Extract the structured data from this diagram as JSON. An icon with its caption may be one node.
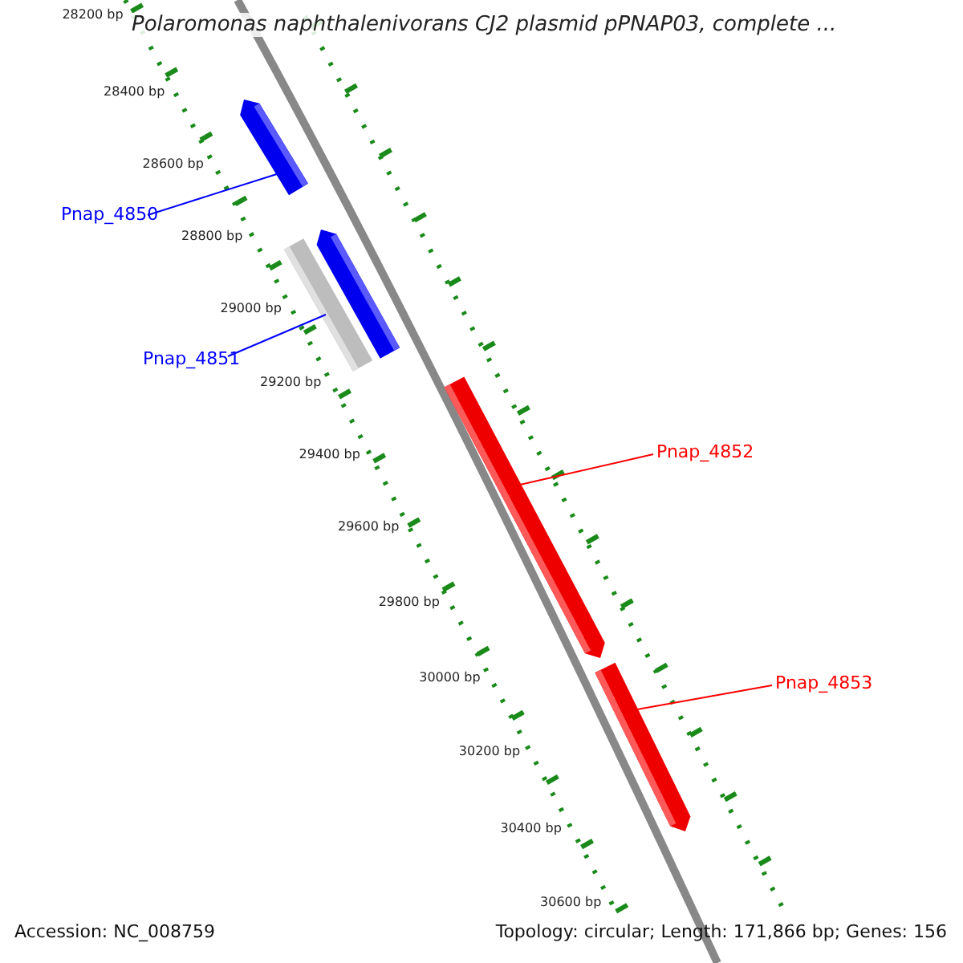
{
  "diagram": {
    "title": "Polaromonas naphthalenivorans CJ2 plasmid pPNAP03, complete ...",
    "nodes": [
      {
        "text": [
          "Pnap_4850"
        ]
      },
      {
        "text": [],
        "shape": "arrow"
      },
      {
        "text": [
          "Pnap_4851"
        ]
      },
      {
        "text": [],
        "shape": "arrow"
      },
      {
        "text": [],
        "shape": "arrow"
      },
      {
        "text": [
          "Pnap_4852"
        ]
      },
      {
        "text": [],
        "shape": "arrow"
      },
      {
        "text": [
          "Pnap_4853"
        ]
      },
      {
        "text": [],
        "shape": "arrow"
      }
    ],
    "edges": [
      {
        "from": 0,
        "to": 1,
        "arrow": "none",
        "color": "#0000ff"
      },
      {
        "from": 2,
        "to": 3,
        "arrow": "none",
        "color": "#0000ff"
      },
      {
        "from": 5,
        "to": 6,
        "arrow": "none",
        "color": "#ff0000"
      },
      {
        "from": 7,
        "to": 8,
        "arrow": "none",
        "color": "#ff0000"
      }
    ],
    "labels": [
      "28200 bp",
      "28400 bp",
      "28600 bp",
      "28800 bp",
      "29000 bp",
      "29200 bp",
      "29400 bp",
      "29600 bp",
      "29800 bp",
      "30000 bp",
      "30200 bp",
      "30400 bp",
      "30600 bp",
      "Accession: NC_008759",
      "Topology: circular; Length: 171,866 bp; Genes: 156"
    ]
  }
}
